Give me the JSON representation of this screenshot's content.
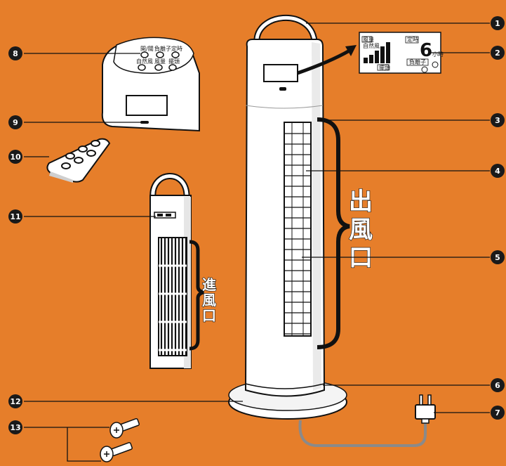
{
  "callouts": [
    {
      "id": "1",
      "label": "1"
    },
    {
      "id": "2",
      "label": "2"
    },
    {
      "id": "3",
      "label": "3"
    },
    {
      "id": "4",
      "label": "4"
    },
    {
      "id": "5",
      "label": "5"
    },
    {
      "id": "6",
      "label": "6"
    },
    {
      "id": "7",
      "label": "7"
    },
    {
      "id": "8",
      "label": "8"
    },
    {
      "id": "9",
      "label": "9"
    },
    {
      "id": "10",
      "label": "10"
    },
    {
      "id": "11",
      "label": "11"
    },
    {
      "id": "12",
      "label": "12"
    },
    {
      "id": "13",
      "label": "13"
    }
  ],
  "outlet_label": [
    "出",
    "風",
    "口"
  ],
  "inlet_label": [
    "進",
    "風",
    "口"
  ],
  "display": {
    "mode_tag": "風量",
    "natural_tag": "自然風",
    "swing_tag": "擺頭",
    "timer_tag": "定時",
    "timer_value": "6",
    "timer_unit": "小時",
    "fan_tag": "負離子"
  },
  "control_panel": {
    "btn_power": "開/關",
    "btn_anion": "負離子",
    "btn_timer": "定時",
    "btn_natural": "自然風",
    "btn_speed": "風量",
    "btn_swing": "擺頭"
  },
  "colors": {
    "background": "#e67e2a",
    "callout_circle": "#1a1a1a",
    "appliance": "#ffffff",
    "outline": "#111111",
    "cord": "#8a8a8a"
  }
}
